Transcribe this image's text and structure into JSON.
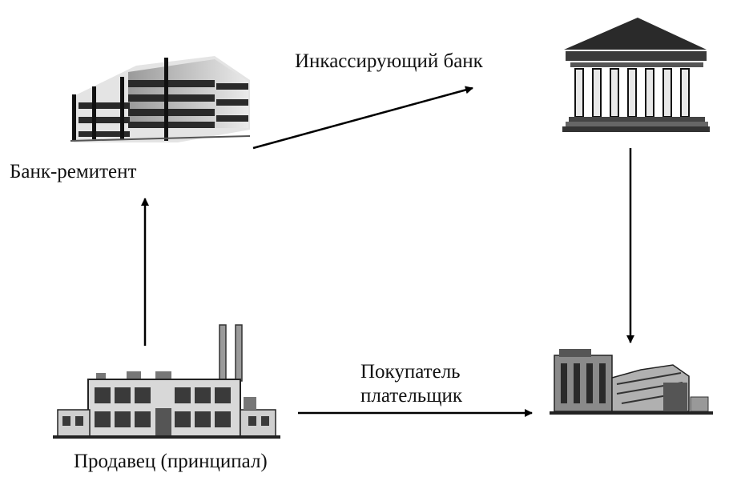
{
  "labels": {
    "remitting_bank": "Банк-ремитент",
    "collecting_bank": "Инкассирующий банк",
    "payer_line1": "Покупатель",
    "payer_line2": "плательщик",
    "principal": "Продавец (принципал)"
  },
  "colors": {
    "stroke": "#000000",
    "dark": "#2a2a2a",
    "mid": "#7a7a7a",
    "light": "#c8c8c8"
  },
  "icons": {
    "remitting_bank": "office-building-icon",
    "collecting_bank": "classical-bank-icon",
    "principal": "factory-icon",
    "payer": "industrial-plant-icon"
  }
}
